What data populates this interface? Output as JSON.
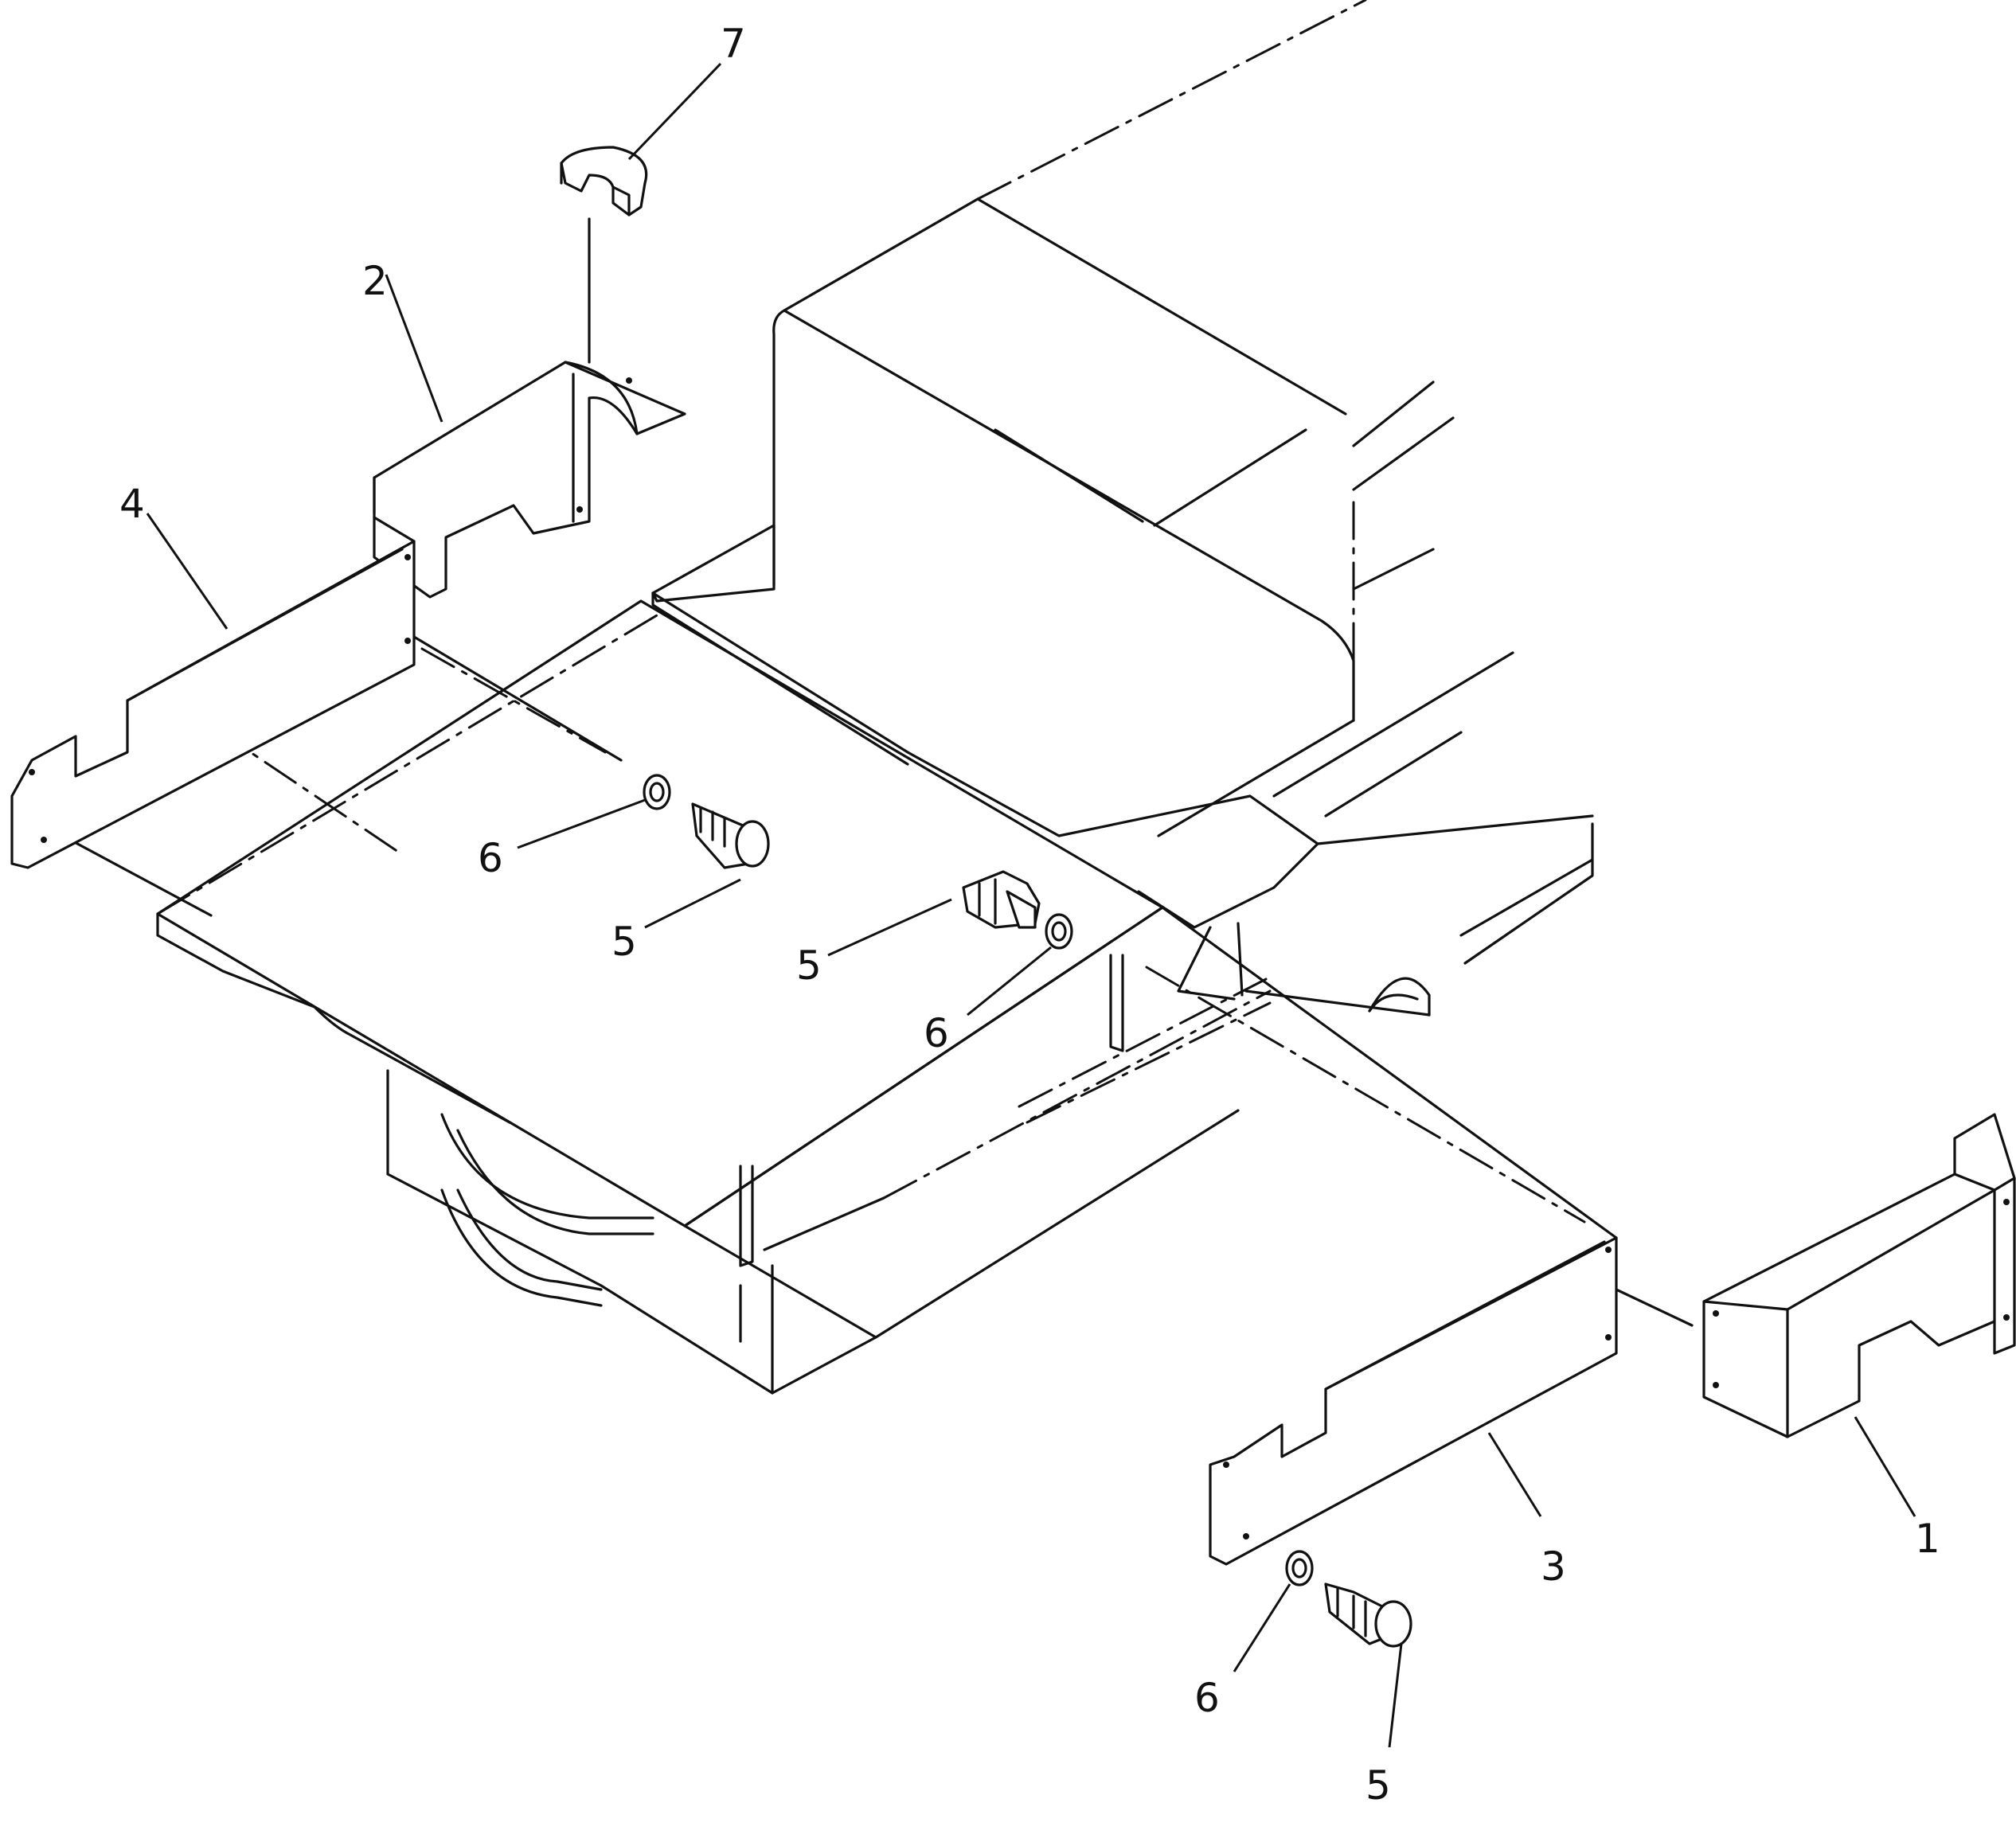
{
  "callouts": [
    {
      "id": "1",
      "label": "1"
    },
    {
      "id": "2",
      "label": "2"
    },
    {
      "id": "3",
      "label": "3"
    },
    {
      "id": "4",
      "label": "4"
    },
    {
      "id": "5a",
      "label": "5"
    },
    {
      "id": "5b",
      "label": "5"
    },
    {
      "id": "5c",
      "label": "5"
    },
    {
      "id": "6a",
      "label": "6"
    },
    {
      "id": "6b",
      "label": "6"
    },
    {
      "id": "6c",
      "label": "6"
    },
    {
      "id": "7",
      "label": "7"
    }
  ]
}
